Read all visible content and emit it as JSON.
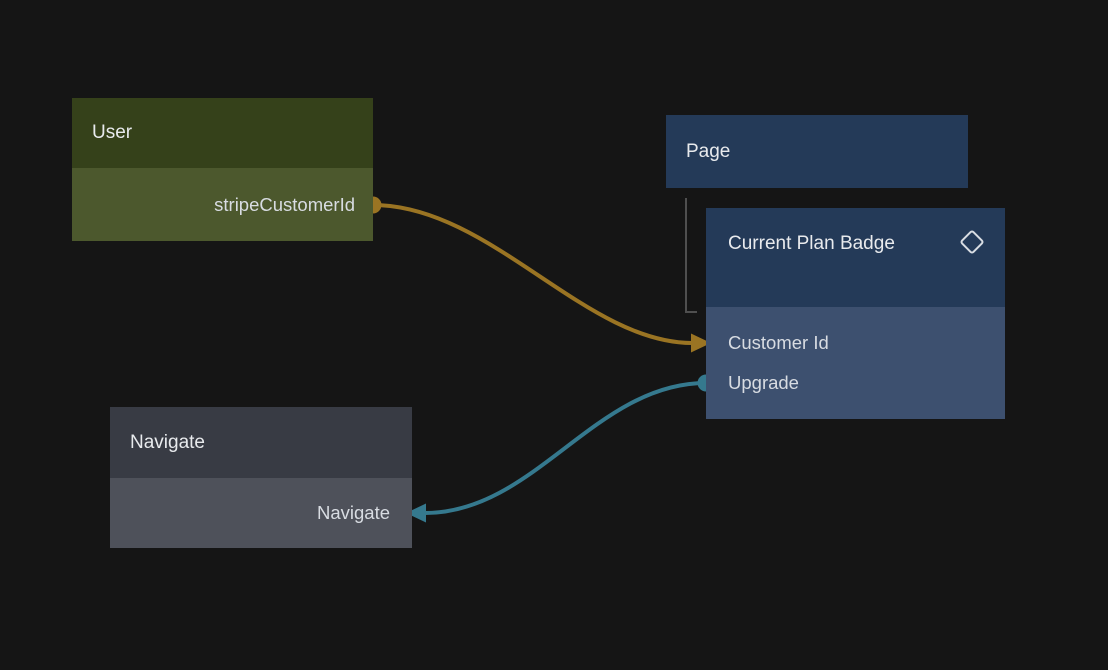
{
  "canvas": {
    "background": "#151515"
  },
  "colors": {
    "canvas-bg": "#151515",
    "user-header": "#35411a",
    "user-body": "#4c582d",
    "page-header": "#243a58",
    "badge-header": "#243a58",
    "badge-body": "#3d506f",
    "nav-header": "#383b44",
    "nav-body": "#4e515a",
    "edge-orange": "#9a7423",
    "edge-teal": "#35798e",
    "tree-line": "#4f4f4f",
    "title-text": "#e8eaed",
    "port-text": "#d8dce2",
    "icon-stroke": "#d9dde3"
  },
  "nodes": {
    "user": {
      "title": "User",
      "outputs": [
        {
          "label": "stripeCustomerId",
          "port_color": "#9a7423"
        }
      ]
    },
    "page": {
      "title": "Page"
    },
    "current_plan_badge": {
      "title": "Current Plan Badge",
      "icon": "component-diamond-icon",
      "parent": "Page",
      "inputs": [
        {
          "label": "Customer Id"
        },
        {
          "label": "Upgrade",
          "port_color": "#35798e"
        }
      ]
    },
    "navigate": {
      "title": "Navigate",
      "inputs": [
        {
          "label": "Navigate"
        }
      ]
    }
  },
  "edges": [
    {
      "from": "User.stripeCustomerId",
      "to": "Current Plan Badge.Customer Id",
      "color": "#9a7423"
    },
    {
      "from": "Current Plan Badge.Upgrade",
      "to": "Navigate.Navigate",
      "color": "#35798e"
    }
  ]
}
